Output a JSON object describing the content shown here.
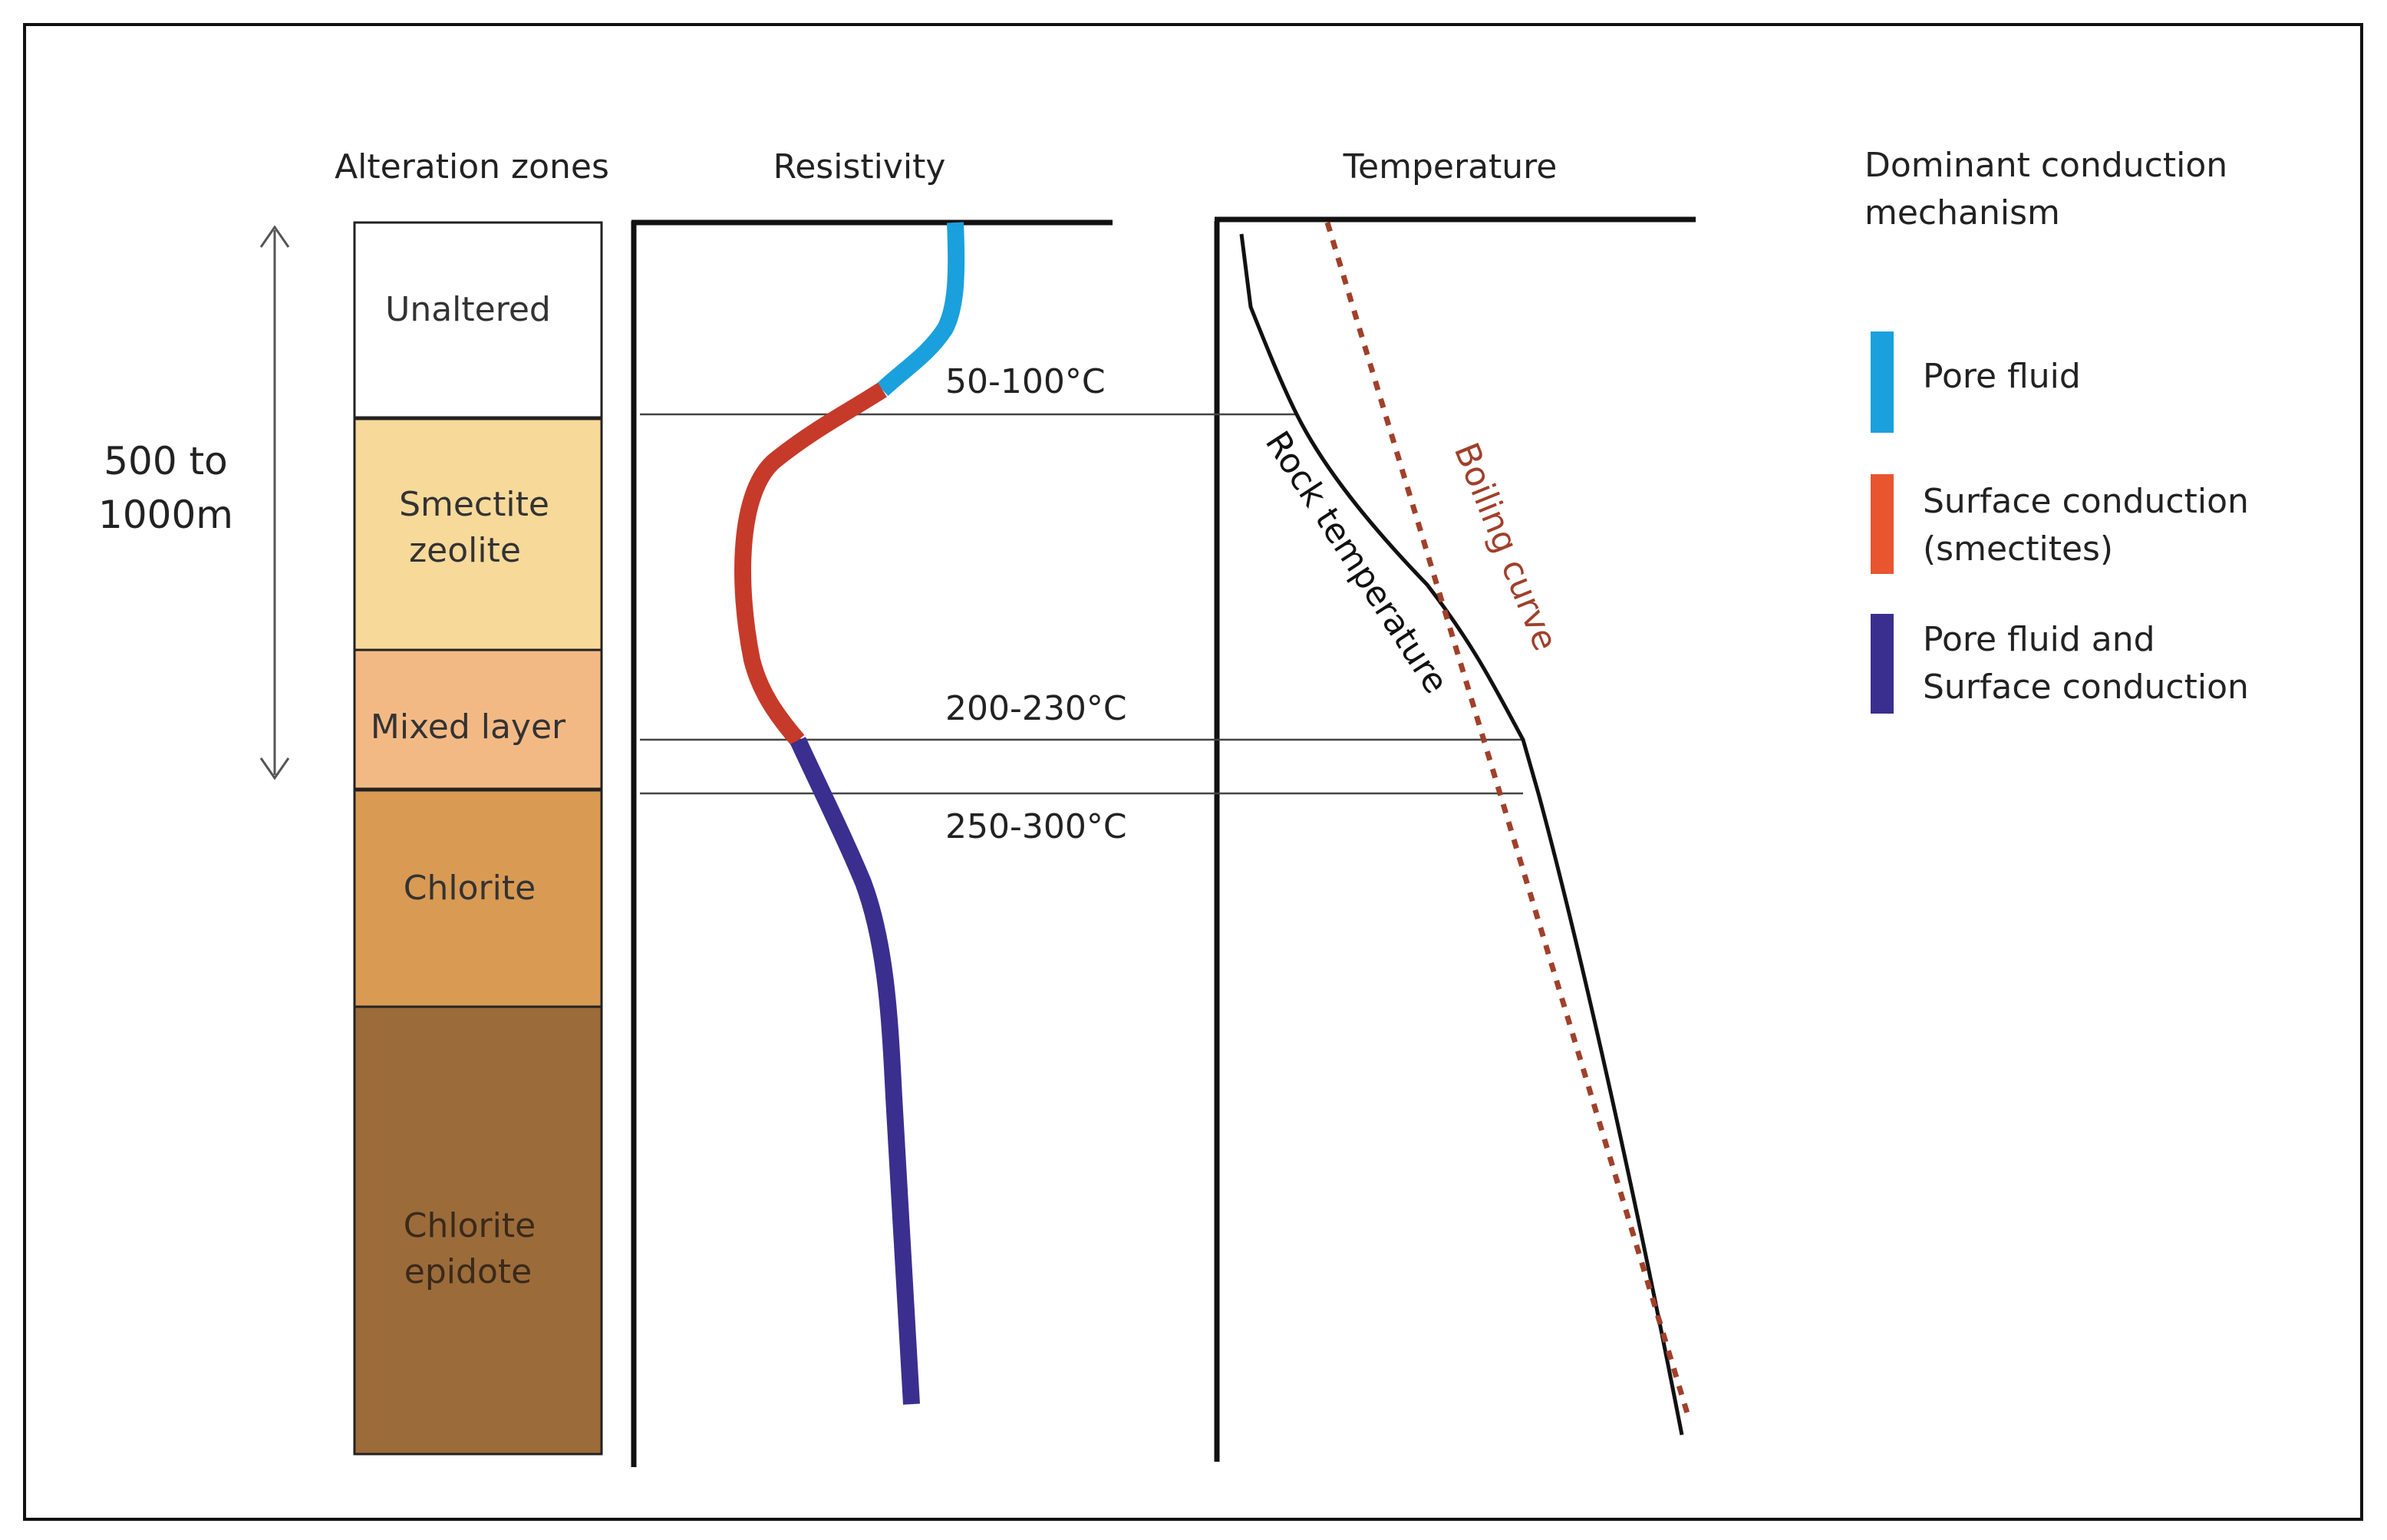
{
  "headers": {
    "alteration": "Alteration zones",
    "resistivity": "Resistivity",
    "temperature": "Temperature",
    "mechanism_line1": "Dominant conduction",
    "mechanism_line2": "mechanism"
  },
  "depth_label": {
    "line1": "500 to",
    "line2": "1000m"
  },
  "zones": [
    {
      "name": "unaltered",
      "line1": "Unaltered",
      "line2": "",
      "color": "#ffffff"
    },
    {
      "name": "smectite-zeolite",
      "line1": "Smectite",
      "line2": "zeolite",
      "color": "#f7d99a"
    },
    {
      "name": "mixed-layer",
      "line1": "Mixed layer",
      "line2": "",
      "color": "#f3b985"
    },
    {
      "name": "chlorite",
      "line1": "Chlorite",
      "line2": "",
      "color": "#d99a54"
    },
    {
      "name": "chlorite-epidote",
      "line1": "Chlorite",
      "line2": "epidote",
      "color": "#9c6b3a"
    }
  ],
  "temperature_thresholds": {
    "t1": "50-100°C",
    "t2": "200-230°C",
    "t3": "250-300°C"
  },
  "curve_labels": {
    "rock": "Rock temperature",
    "boiling": "Boiling curve"
  },
  "legend": [
    {
      "name": "pore-fluid",
      "line1": "Pore fluid",
      "line2": "",
      "color": "#1aa0dc"
    },
    {
      "name": "surface-conduction",
      "line1": "Surface conduction",
      "line2": "(smectites)",
      "color": "#e8552e"
    },
    {
      "name": "pore-fluid-and-surface",
      "line1": "Pore fluid and",
      "line2": "Surface conduction",
      "color": "#3a2f8f"
    }
  ],
  "colors": {
    "pore_fluid": "#1aa0dc",
    "surface_conduction": "#c63a2a",
    "combined": "#3a2f8f",
    "boiling_curve": "#a0402a",
    "frame": "#111111"
  }
}
